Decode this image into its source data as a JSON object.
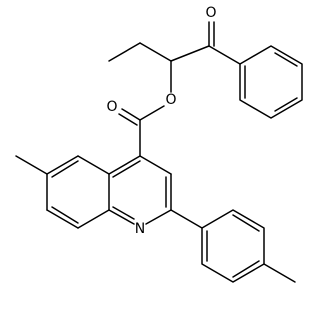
{
  "molecule": {
    "atom_labels": {
      "carbonyl_oxygen": "O",
      "ester_carbonyl_oxygen": "O",
      "ester_oxygen": "O",
      "ring_nitrogen": "N"
    }
  },
  "colors": {
    "bond": "#000000",
    "label": "#000000",
    "background": "#ffffff"
  }
}
